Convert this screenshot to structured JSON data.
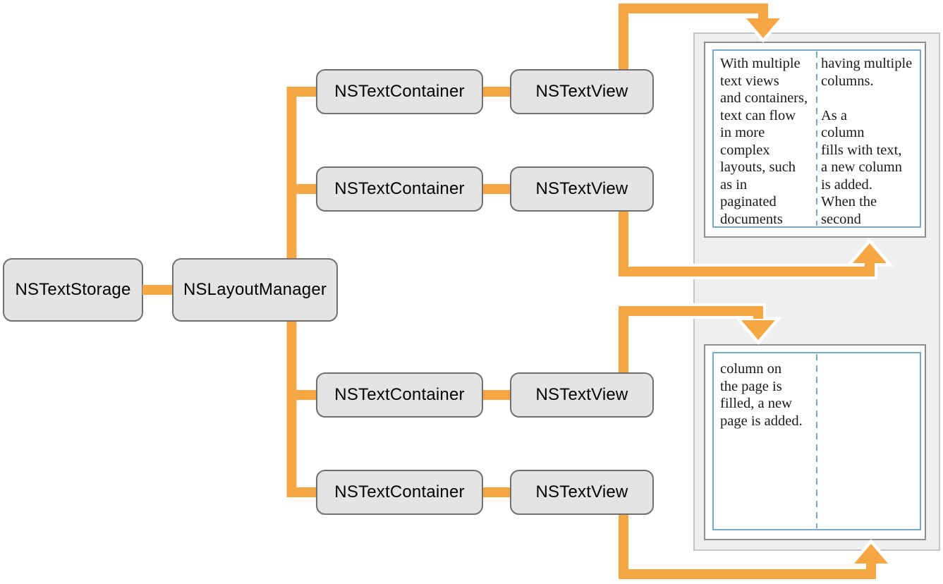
{
  "nodes": {
    "text_storage": "NSTextStorage",
    "layout_manager": "NSLayoutManager",
    "containers": [
      "NSTextContainer",
      "NSTextContainer",
      "NSTextContainer",
      "NSTextContainer"
    ],
    "views": [
      "NSTextView",
      "NSTextView",
      "NSTextView",
      "NSTextView"
    ]
  },
  "pages": [
    {
      "left_column": "With multiple\ntext views\nand containers,\ntext can flow\nin more\ncomplex\nlayouts, such\nas in\npaginated\ndocuments",
      "right_column": "having multiple\ncolumns.\n\nAs a\ncolumn\nfills with text,\na new column\nis added.\nWhen the\nsecond"
    },
    {
      "left_column": "column on\nthe page is\nfilled, a new\npage is added.",
      "right_column": ""
    }
  ],
  "colors": {
    "connector_orange": "#F6A744",
    "arrow_casing": "#FFFFFF",
    "node_fill": "#E3E4E3",
    "node_border": "#707070",
    "node_text": "#000000",
    "panel_fill": "#EFEFEF",
    "panel_border": "#C4C4C4",
    "page_fill": "#FFFFFF",
    "page_border": "#8E8E8E",
    "column_border": "#78A9CB",
    "page_text": "#1A1A1A"
  }
}
